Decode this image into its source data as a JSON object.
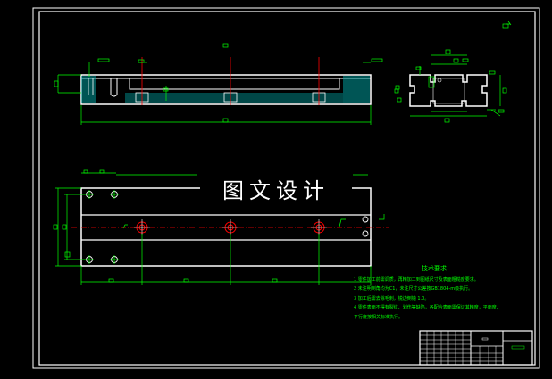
{
  "watermark": "图文设计",
  "notes": {
    "title": "技术要求",
    "items": [
      "1 零件加工前需调质，再精加工到图纸尺寸及表面粗糙度要求。",
      "2 未注明倒角均为C1，未注尺寸公差按GB1804-m级执行。",
      "3 加工后需去除毛刺，锐边倒钝 1.0。",
      "4 零件表面不得有裂纹、划伤等缺陷，各配合表面需保证其精度，平面度、",
      "平行度按相关标准执行。"
    ]
  },
  "colors": {
    "background": "#000000",
    "outline": "#ffffff",
    "dimension": "#00ff00",
    "hatch": "#00ffff",
    "center": "#ff0000",
    "watermark_text": "#ffffff"
  }
}
